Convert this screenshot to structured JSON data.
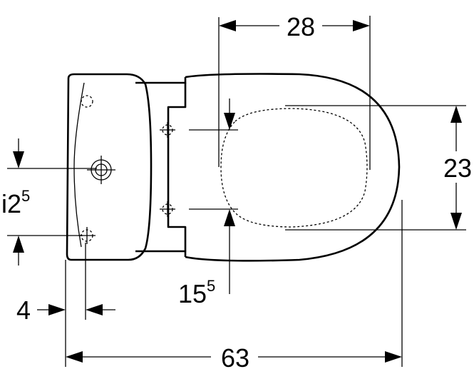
{
  "dimensions": {
    "seat_width": {
      "value": "28"
    },
    "seat_depth": {
      "value": "23"
    },
    "overall_length": {
      "value": "63"
    },
    "offset_left": {
      "value": "4"
    },
    "fixing_spacing": {
      "value": "15",
      "superscript": "5"
    },
    "tank_hole_spacing": {
      "prefix": "i",
      "value": "2",
      "superscript": "5"
    }
  }
}
